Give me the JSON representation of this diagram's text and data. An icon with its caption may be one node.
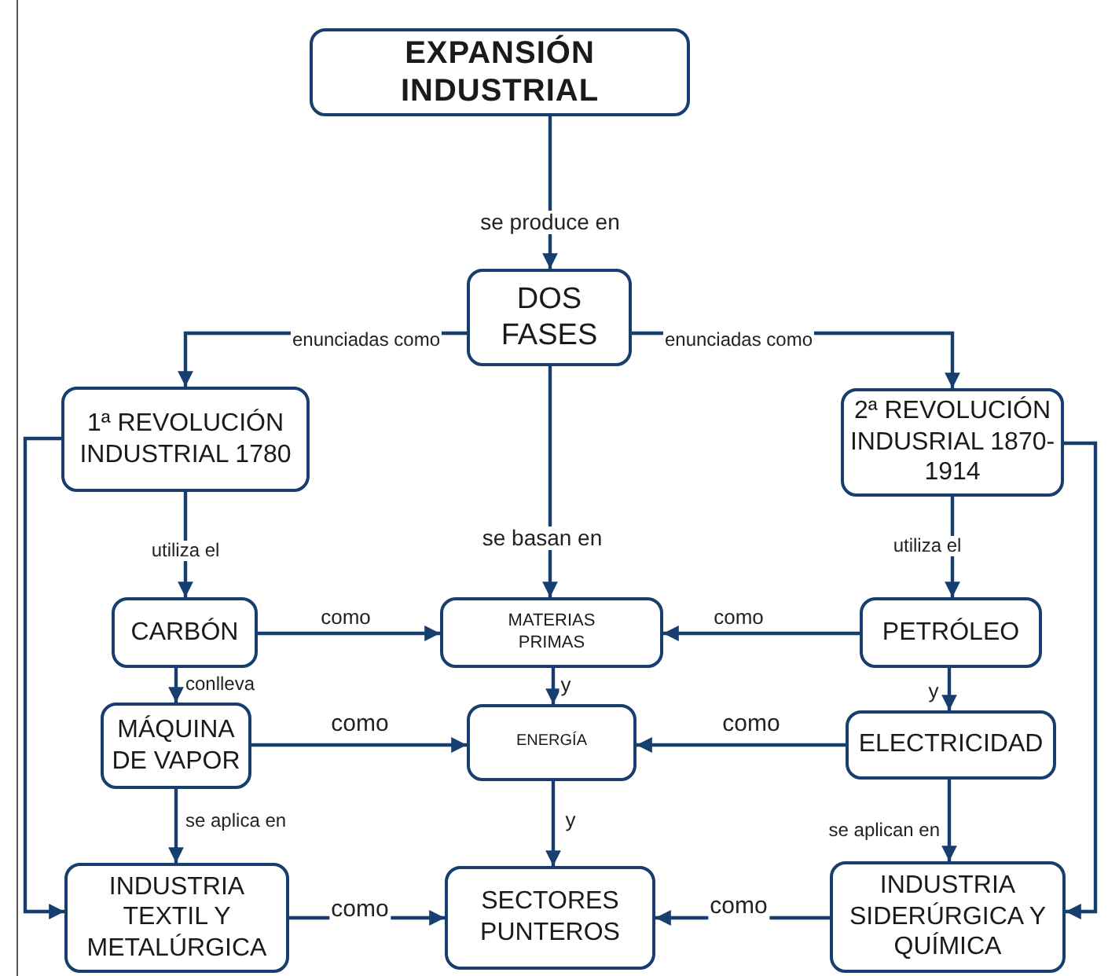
{
  "diagram": {
    "nodes": [
      {
        "text": [
          "EXPANSIÓN INDUSTRIAL"
        ]
      },
      {
        "text": [
          "DOS FASES"
        ]
      },
      {
        "text": [
          "1ª REVOLUCIÓN INDUSTRIAL 1780"
        ]
      },
      {
        "text": [
          "2ª REVOLUCIÓN INDUSRIAL 1870-1914"
        ]
      },
      {
        "text": [
          "CARBÓN"
        ]
      },
      {
        "text": [
          "MATERIAS PRIMAS"
        ]
      },
      {
        "text": [
          "PETRÓLEO"
        ]
      },
      {
        "text": [
          "MÁQUINA DE VAPOR"
        ]
      },
      {
        "text": [
          "ENERGÍA"
        ]
      },
      {
        "text": [
          "ELECTRICIDAD"
        ]
      },
      {
        "text": [
          "INDUSTRIA TEXTIL Y METALÚRGICA"
        ]
      },
      {
        "text": [
          "SECTORES PUNTEROS"
        ]
      },
      {
        "text": [
          "INDUSTRIA SIDERÚRGICA Y QUÍMICA"
        ]
      }
    ],
    "edges": [
      {
        "from": 0,
        "to": 1,
        "arrow": "to",
        "label": "se produce en"
      },
      {
        "from": 1,
        "to": 2,
        "arrow": "to",
        "label": "enunciadas como"
      },
      {
        "from": 1,
        "to": 3,
        "arrow": "to",
        "label": "enunciadas como"
      },
      {
        "from": 1,
        "to": 5,
        "arrow": "to",
        "label": "se basan en"
      },
      {
        "from": 2,
        "to": 4,
        "arrow": "to",
        "label": "utiliza el"
      },
      {
        "from": 3,
        "to": 6,
        "arrow": "to",
        "label": "utiliza el"
      },
      {
        "from": 4,
        "to": 5,
        "arrow": "to",
        "label": "como"
      },
      {
        "from": 6,
        "to": 5,
        "arrow": "to",
        "label": "como"
      },
      {
        "from": 4,
        "to": 7,
        "arrow": "to",
        "label": "conlleva"
      },
      {
        "from": 5,
        "to": 8,
        "arrow": "to",
        "label": "y"
      },
      {
        "from": 6,
        "to": 9,
        "arrow": "to",
        "label": "y"
      },
      {
        "from": 7,
        "to": 8,
        "arrow": "to",
        "label": "como"
      },
      {
        "from": 9,
        "to": 8,
        "arrow": "to",
        "label": "como"
      },
      {
        "from": 7,
        "to": 10,
        "arrow": "to",
        "label": "se aplica en"
      },
      {
        "from": 9,
        "to": 12,
        "arrow": "to",
        "label": "se aplican en"
      },
      {
        "from": 8,
        "to": 11,
        "arrow": "to",
        "label": "y"
      },
      {
        "from": 10,
        "to": 11,
        "arrow": "to",
        "label": "como"
      },
      {
        "from": 12,
        "to": 11,
        "arrow": "to",
        "label": "como"
      },
      {
        "from": 2,
        "to": 10,
        "arrow": "to"
      },
      {
        "from": 3,
        "to": 12,
        "arrow": "to"
      }
    ]
  }
}
